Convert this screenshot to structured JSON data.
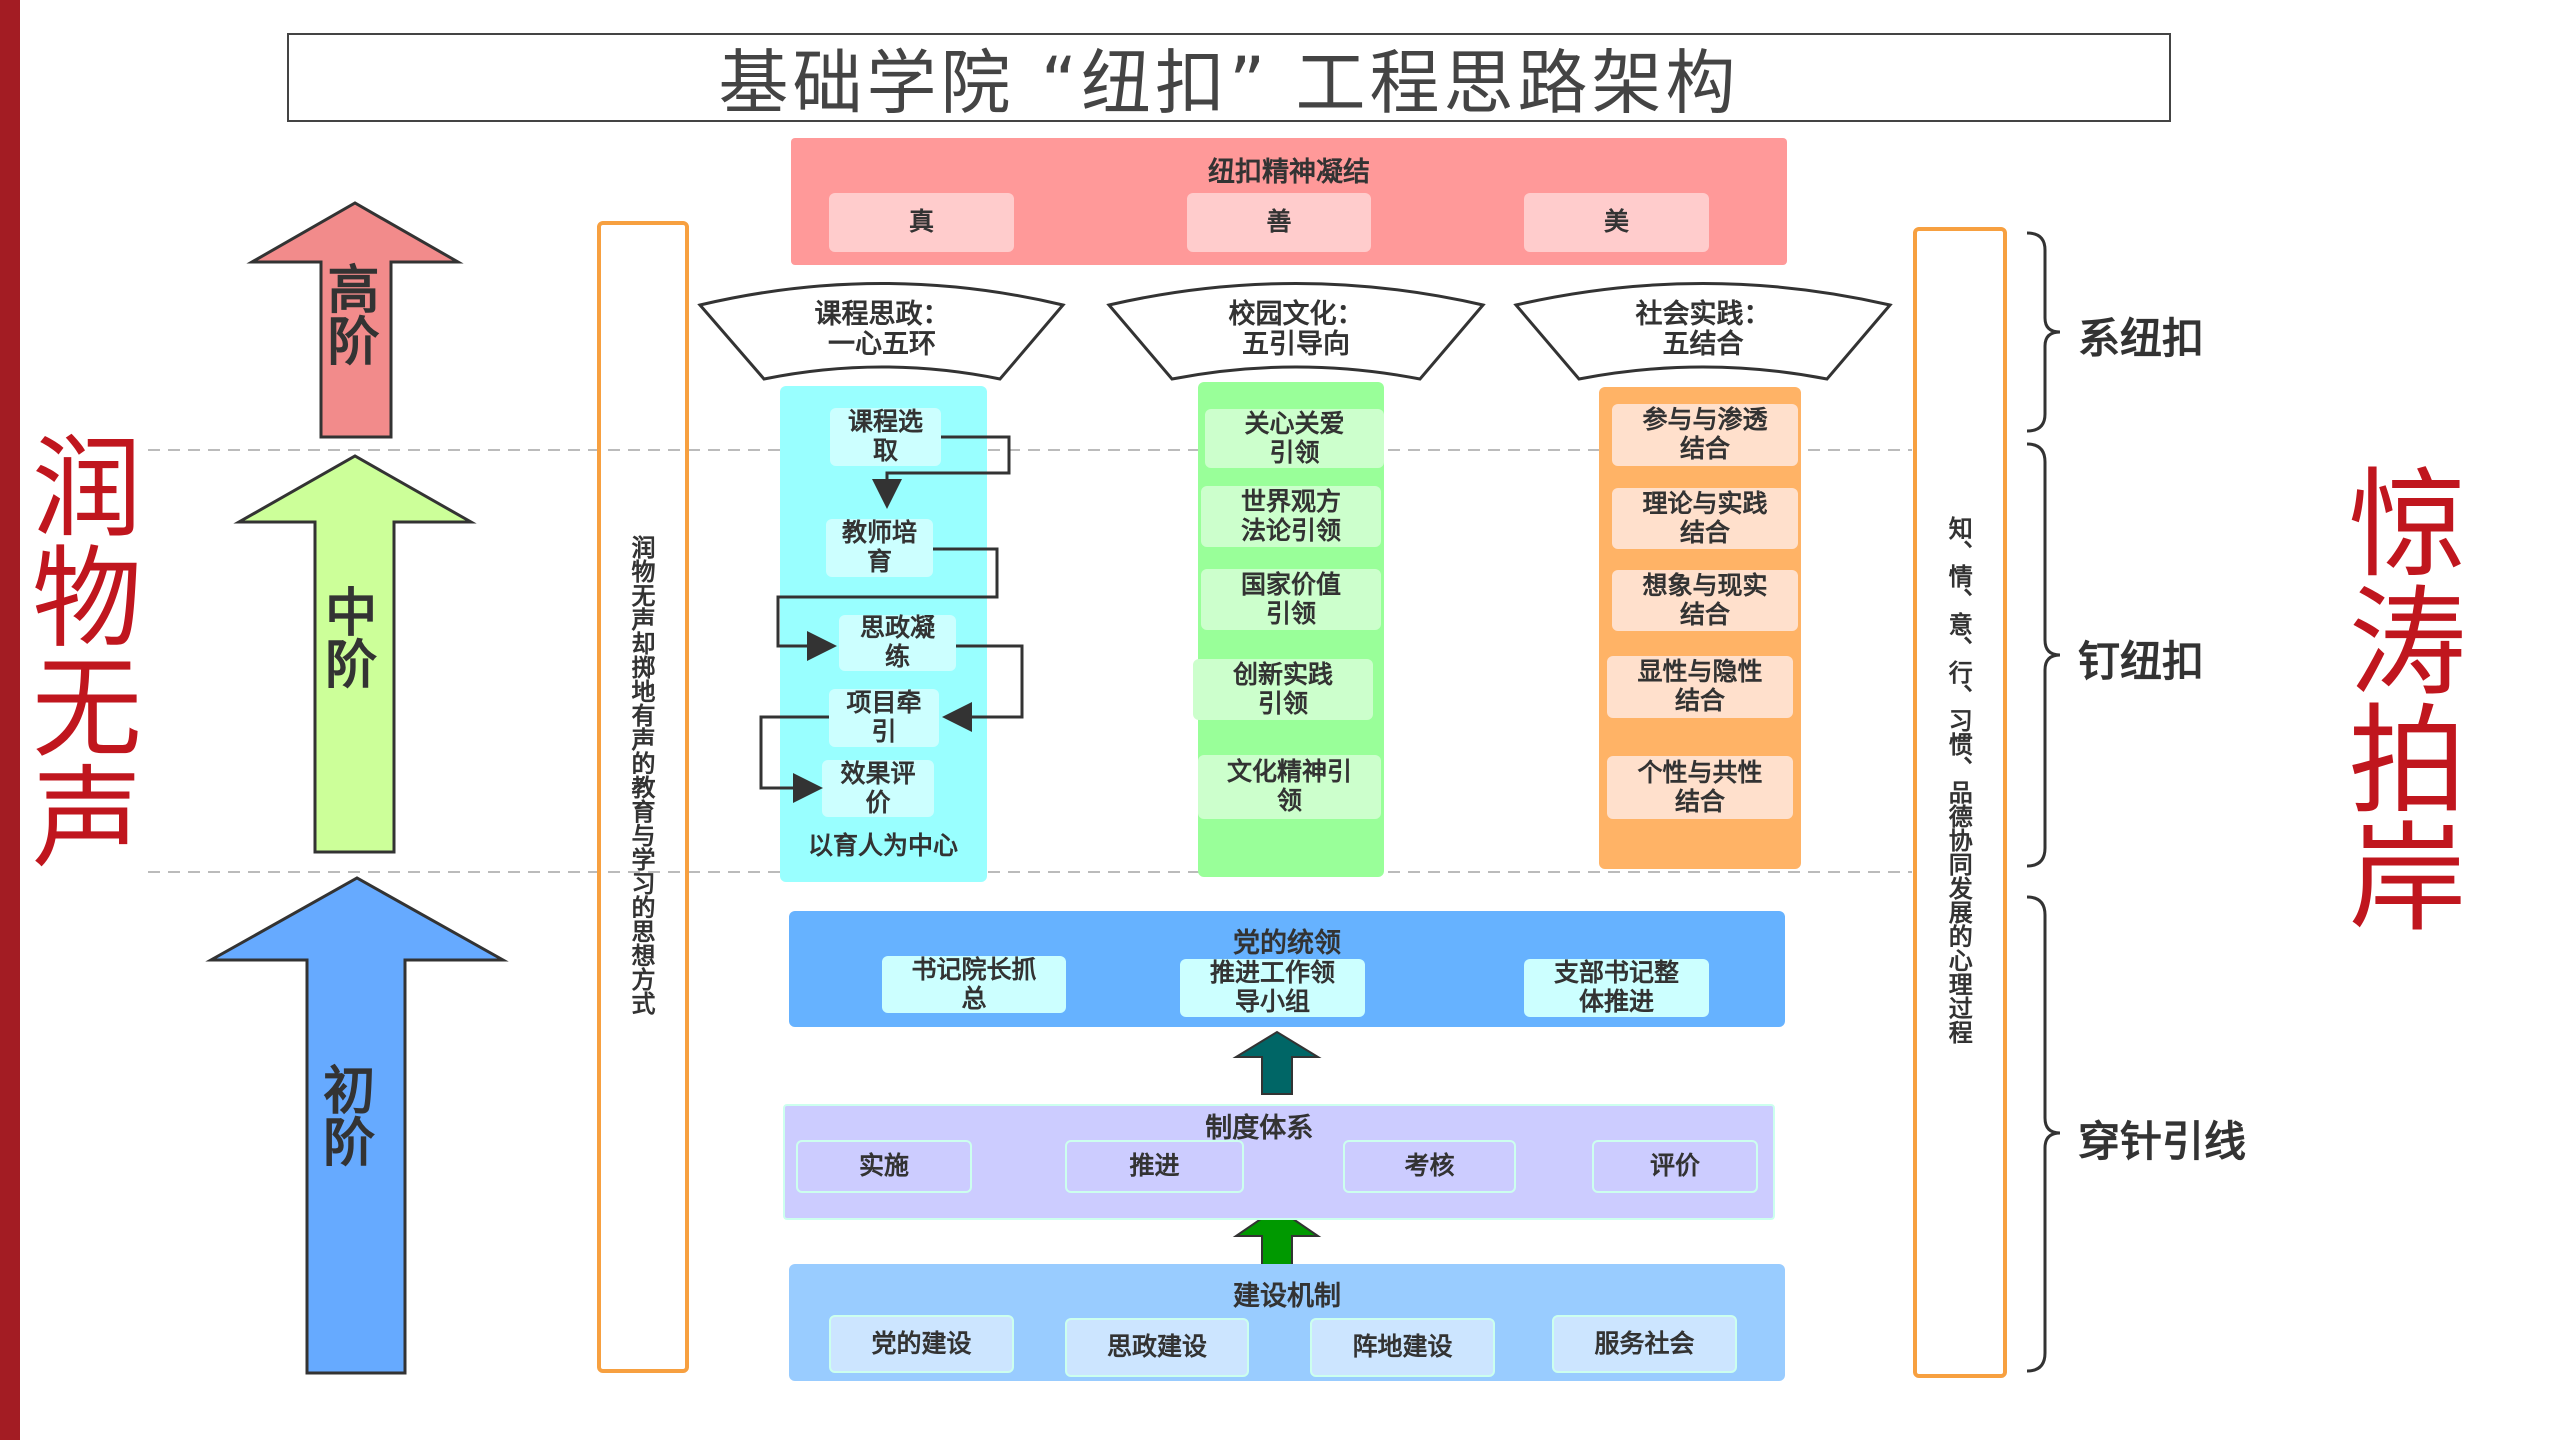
{
  "title": "基础学院 “纽扣” 工程思路架构",
  "left_slogan": "润物无声",
  "right_slogan": "惊涛拍岸",
  "stages": {
    "high": "高阶",
    "mid": "中阶",
    "low": "初阶"
  },
  "left_column_text": "润物无声却掷地有声的教育与学习的思想方式",
  "right_column_text": "知、情、意、行、习惯、品德协同发展的心理过程",
  "braces": [
    "系纽扣",
    "钉纽扣",
    "穿针引线"
  ],
  "spirit": {
    "title": "纽扣精神凝结",
    "items": [
      "真",
      "善",
      "美"
    ]
  },
  "pillars": [
    {
      "header": [
        "课程思政：",
        "一心五环"
      ],
      "items": [
        "课程选取",
        "教师培育",
        "思政凝练",
        "项目牵引",
        "效果评价"
      ],
      "footer": "以育人为中心"
    },
    {
      "header": [
        "校园文化：",
        "五引导向"
      ],
      "items": [
        "关心关爱引领",
        "世界观方法论引领",
        "国家价值引领",
        "创新实践引领",
        "文化精神引领"
      ]
    },
    {
      "header": [
        "社会实践：",
        "五结合"
      ],
      "items": [
        "参与与渗透结合",
        "理论与实践结合",
        "想象与现实结合",
        "显性与隐性结合",
        "个性与共性结合"
      ]
    }
  ],
  "party": {
    "title": "党的统领",
    "items": [
      "书记院长抓总",
      "推进工作领导小组",
      "支部书记整体推进"
    ]
  },
  "system": {
    "title": "制度体系",
    "items": [
      "实施",
      "推进",
      "考核",
      "评价"
    ]
  },
  "mechanism": {
    "title": "建设机制",
    "items": [
      "党的建设",
      "思政建设",
      "阵地建设",
      "服务社会"
    ]
  },
  "colors": {
    "accent_red": "#c0161e",
    "spirit": "#ff9999",
    "cyan": "#99ffff",
    "green": "#99ff99",
    "orange": "#ffb366",
    "party": "#66b2ff",
    "system": "#ccccff",
    "mechanism": "#99ccff"
  }
}
